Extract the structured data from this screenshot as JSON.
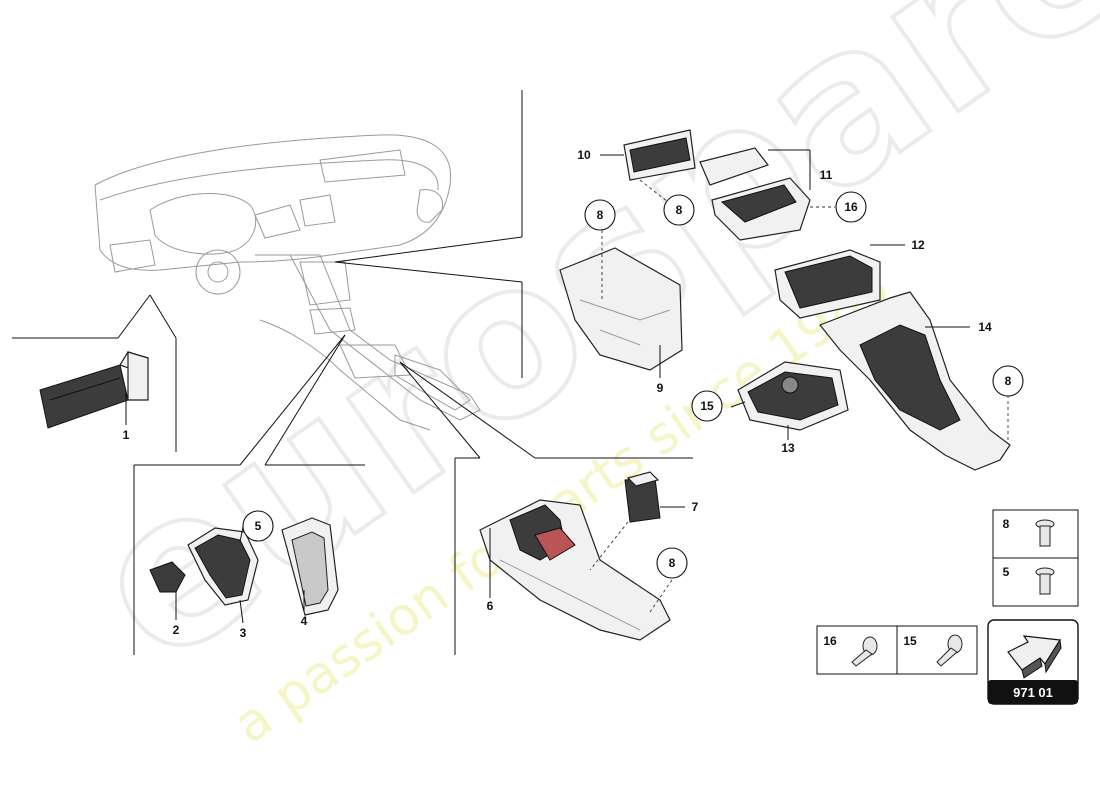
{
  "callouts": {
    "p1": "1",
    "p2": "2",
    "p3": "3",
    "p4": "4",
    "p5": "5",
    "p6": "6",
    "p7": "7",
    "p8a": "8",
    "p8b": "8",
    "p8c": "8",
    "p8d": "8",
    "p9": "9",
    "p10": "10",
    "p11": "11",
    "p12": "12",
    "p13": "13",
    "p14": "14",
    "p15": "15",
    "p16": "16"
  },
  "fastener_legend": {
    "r1": "8",
    "r2": "5",
    "r3": "16",
    "r4": "15"
  },
  "diagram_id": "971 01",
  "watermark": {
    "logo": "eurospares",
    "tagline": "a passion for parts since 1985"
  }
}
